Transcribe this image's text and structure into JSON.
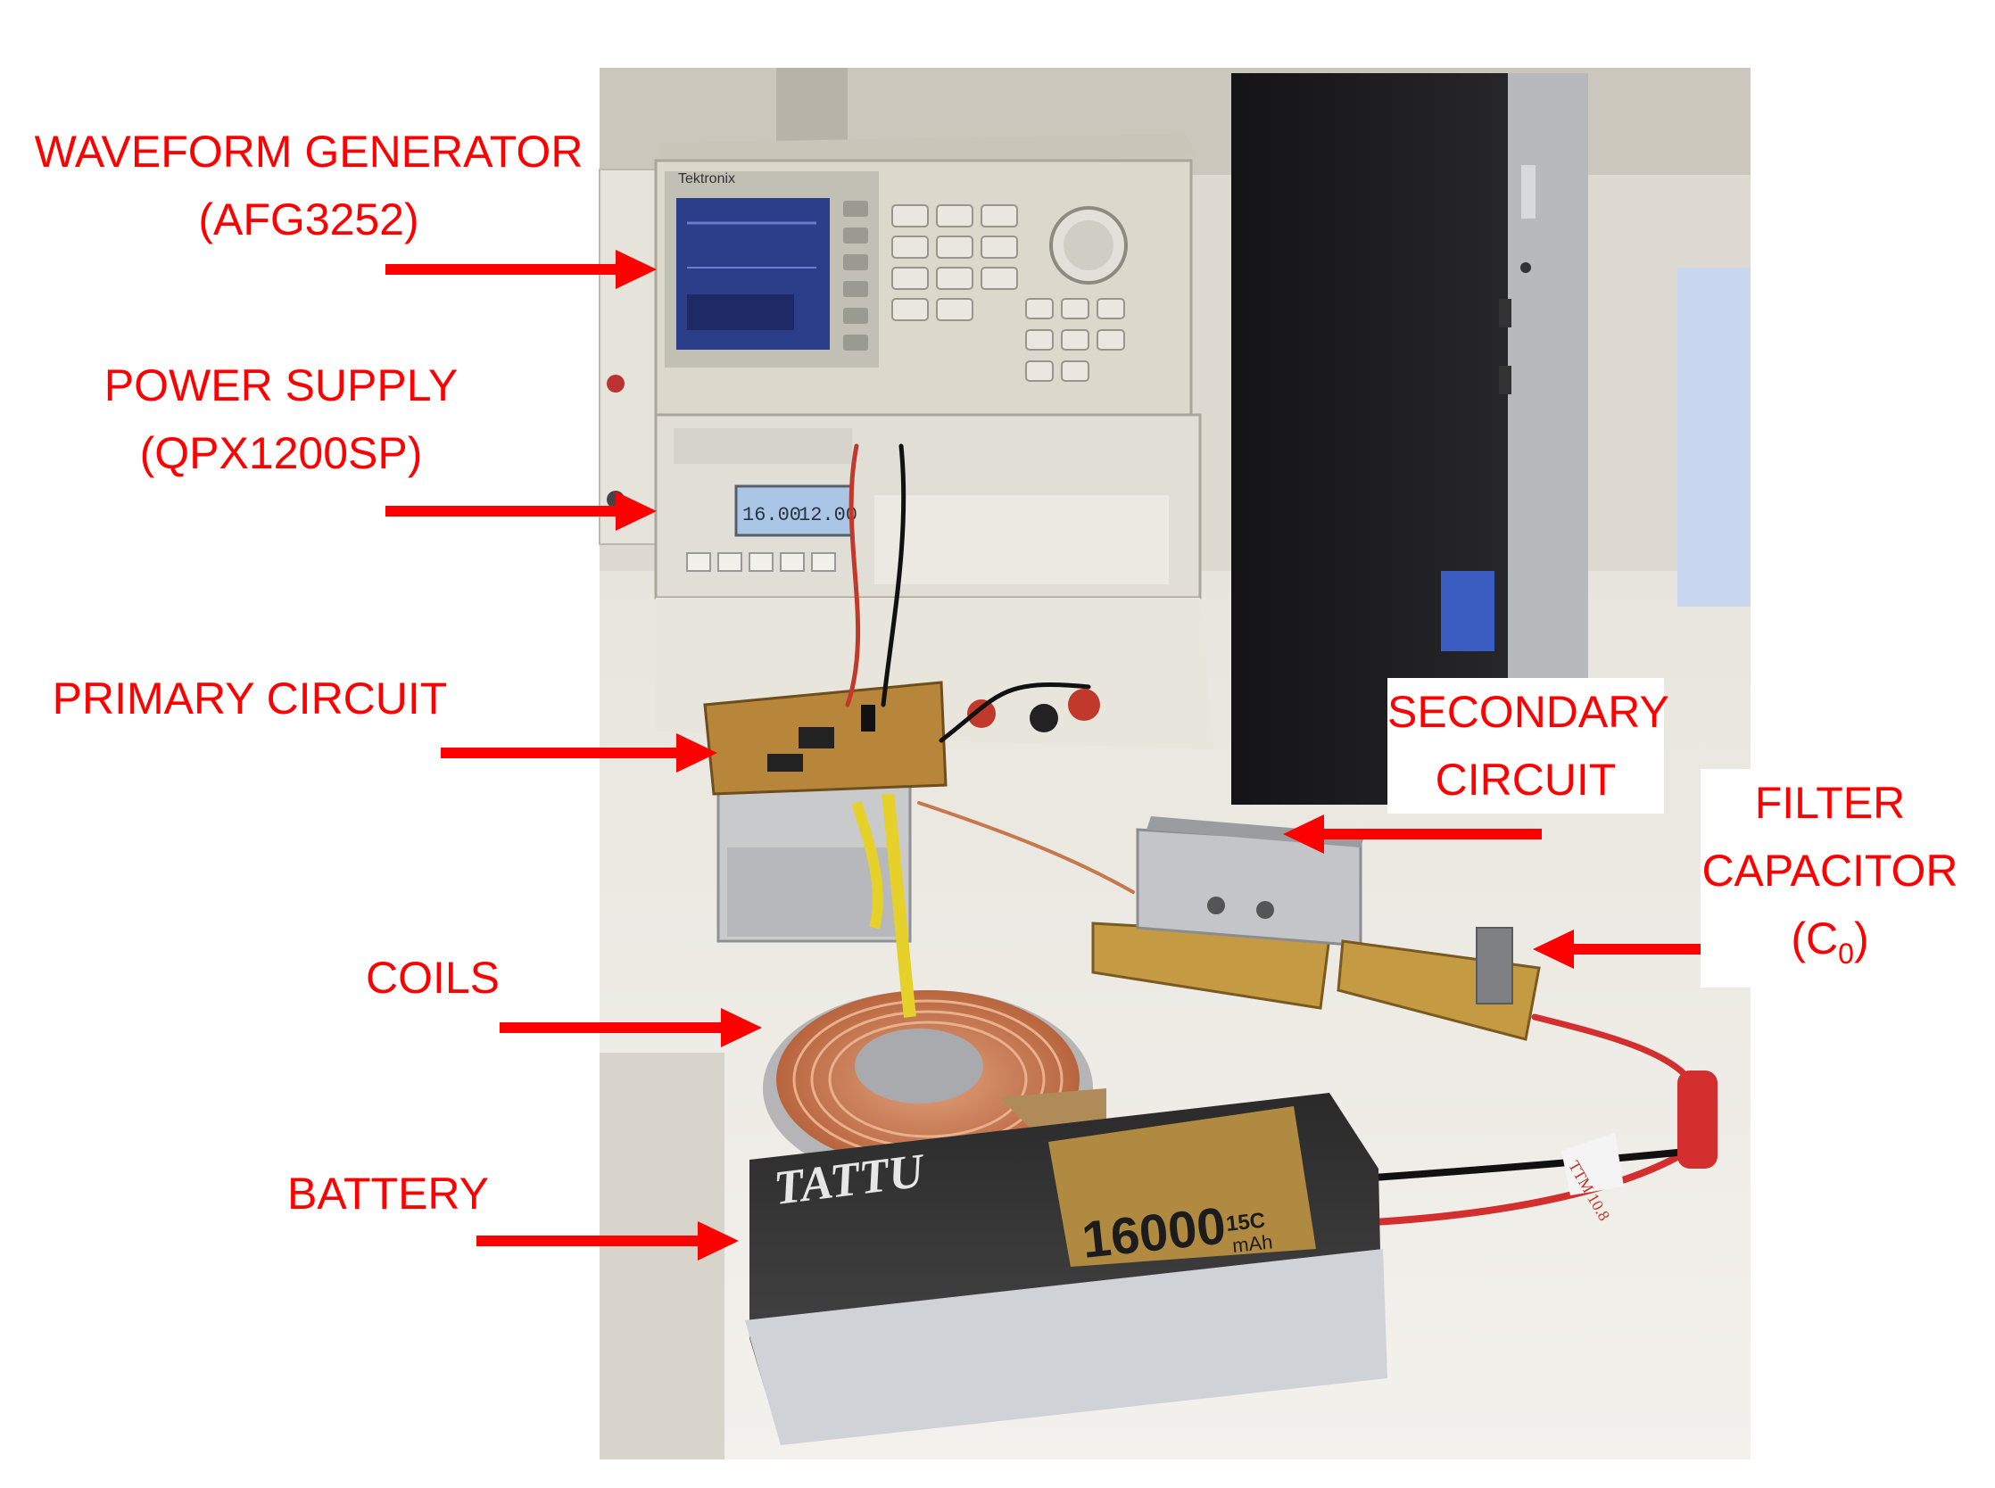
{
  "labels": {
    "waveform_generator": {
      "line1": "WAVEFORM GENERATOR",
      "line2": "(AFG3252)"
    },
    "power_supply": {
      "line1": "POWER SUPPLY",
      "line2": "(QPX1200SP)"
    },
    "primary_circuit": {
      "line1": "PRIMARY CIRCUIT"
    },
    "secondary_circuit": {
      "line1": "SECONDARY",
      "line2": "CIRCUIT"
    },
    "filter_capacitor": {
      "line1": "FILTER",
      "line2": "CAPACITOR",
      "line3_pre": "(C",
      "line3_sub": "0",
      "line3_post": ")"
    },
    "coils": {
      "line1": "COILS"
    },
    "battery": {
      "line1": "BATTERY"
    }
  },
  "photo_text": {
    "generator_brand": "Tektronix",
    "psu_display_left": "16.00",
    "psu_display_right": "12.00",
    "battery_brand": "TATTU",
    "battery_capacity": "16000",
    "battery_unit": "mAh",
    "battery_rate": "15C",
    "cable_tag": "TTM 10.8"
  },
  "colors": {
    "label_red": "#ff0000",
    "arrow_red": "#ff0000",
    "wall": "#e4e1d9",
    "desk": "#efece6",
    "instrument_beige": "#dcd8cc",
    "pc_tower": "#1e1e20",
    "copper": "#c8764c",
    "pcb": "#b8863a",
    "battery_gold": "#b18a42"
  }
}
